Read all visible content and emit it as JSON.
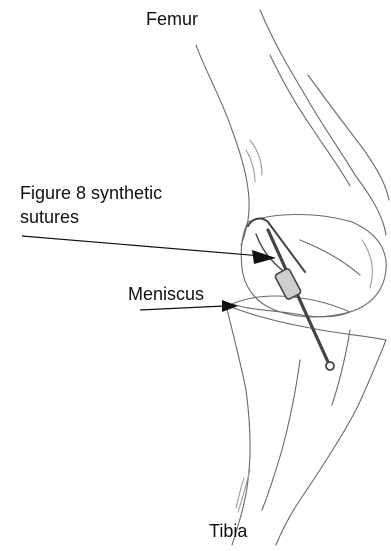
{
  "labels": {
    "femur": "Femur",
    "sutures_line1": "Figure 8 synthetic",
    "sutures_line2": "sutures",
    "meniscus": "Meniscus",
    "tibia": "Tibia"
  },
  "colors": {
    "ink": "#5a5a5a",
    "shade": "#9a9a9a",
    "arrow": "#111111",
    "implant": "#444444"
  }
}
